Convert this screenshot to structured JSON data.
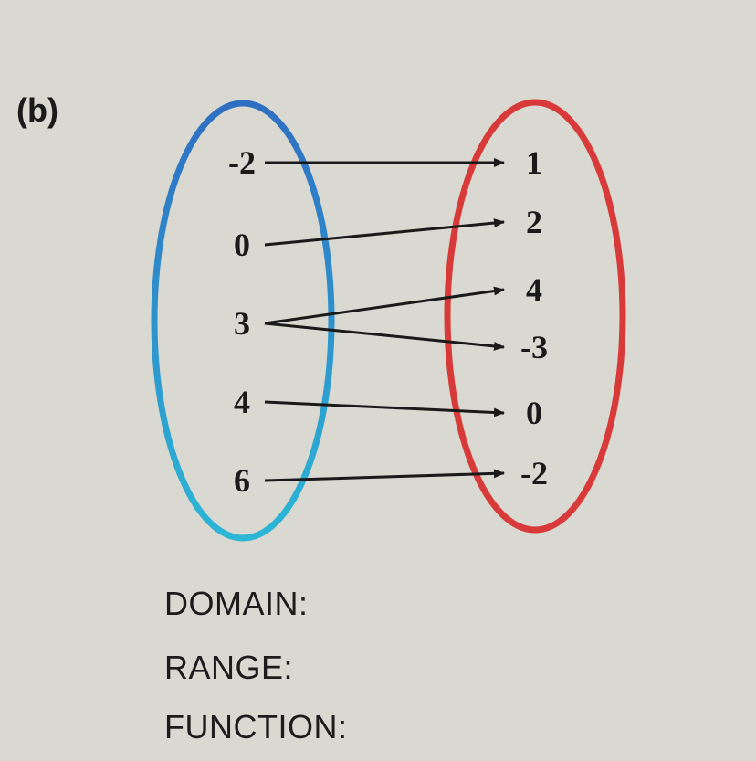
{
  "part_label": "(b)",
  "mapping": {
    "domain_values": [
      "-2",
      "0",
      "3",
      "4",
      "6"
    ],
    "range_values": [
      "1",
      "2",
      "4",
      "-3",
      "0",
      "-2"
    ],
    "arrows": [
      {
        "from": "-2",
        "to": "1"
      },
      {
        "from": "0",
        "to": "2"
      },
      {
        "from": "3",
        "to": "4"
      },
      {
        "from": "3",
        "to": "-3"
      },
      {
        "from": "4",
        "to": "0"
      },
      {
        "from": "6",
        "to": "-2"
      }
    ],
    "domain_oval_color": "#2f86c8",
    "range_oval_color": "#d83a3a",
    "arrow_color": "#1a1a1a"
  },
  "questions": {
    "domain": "DOMAIN:",
    "range": "RANGE:",
    "function": "FUNCTION:"
  }
}
